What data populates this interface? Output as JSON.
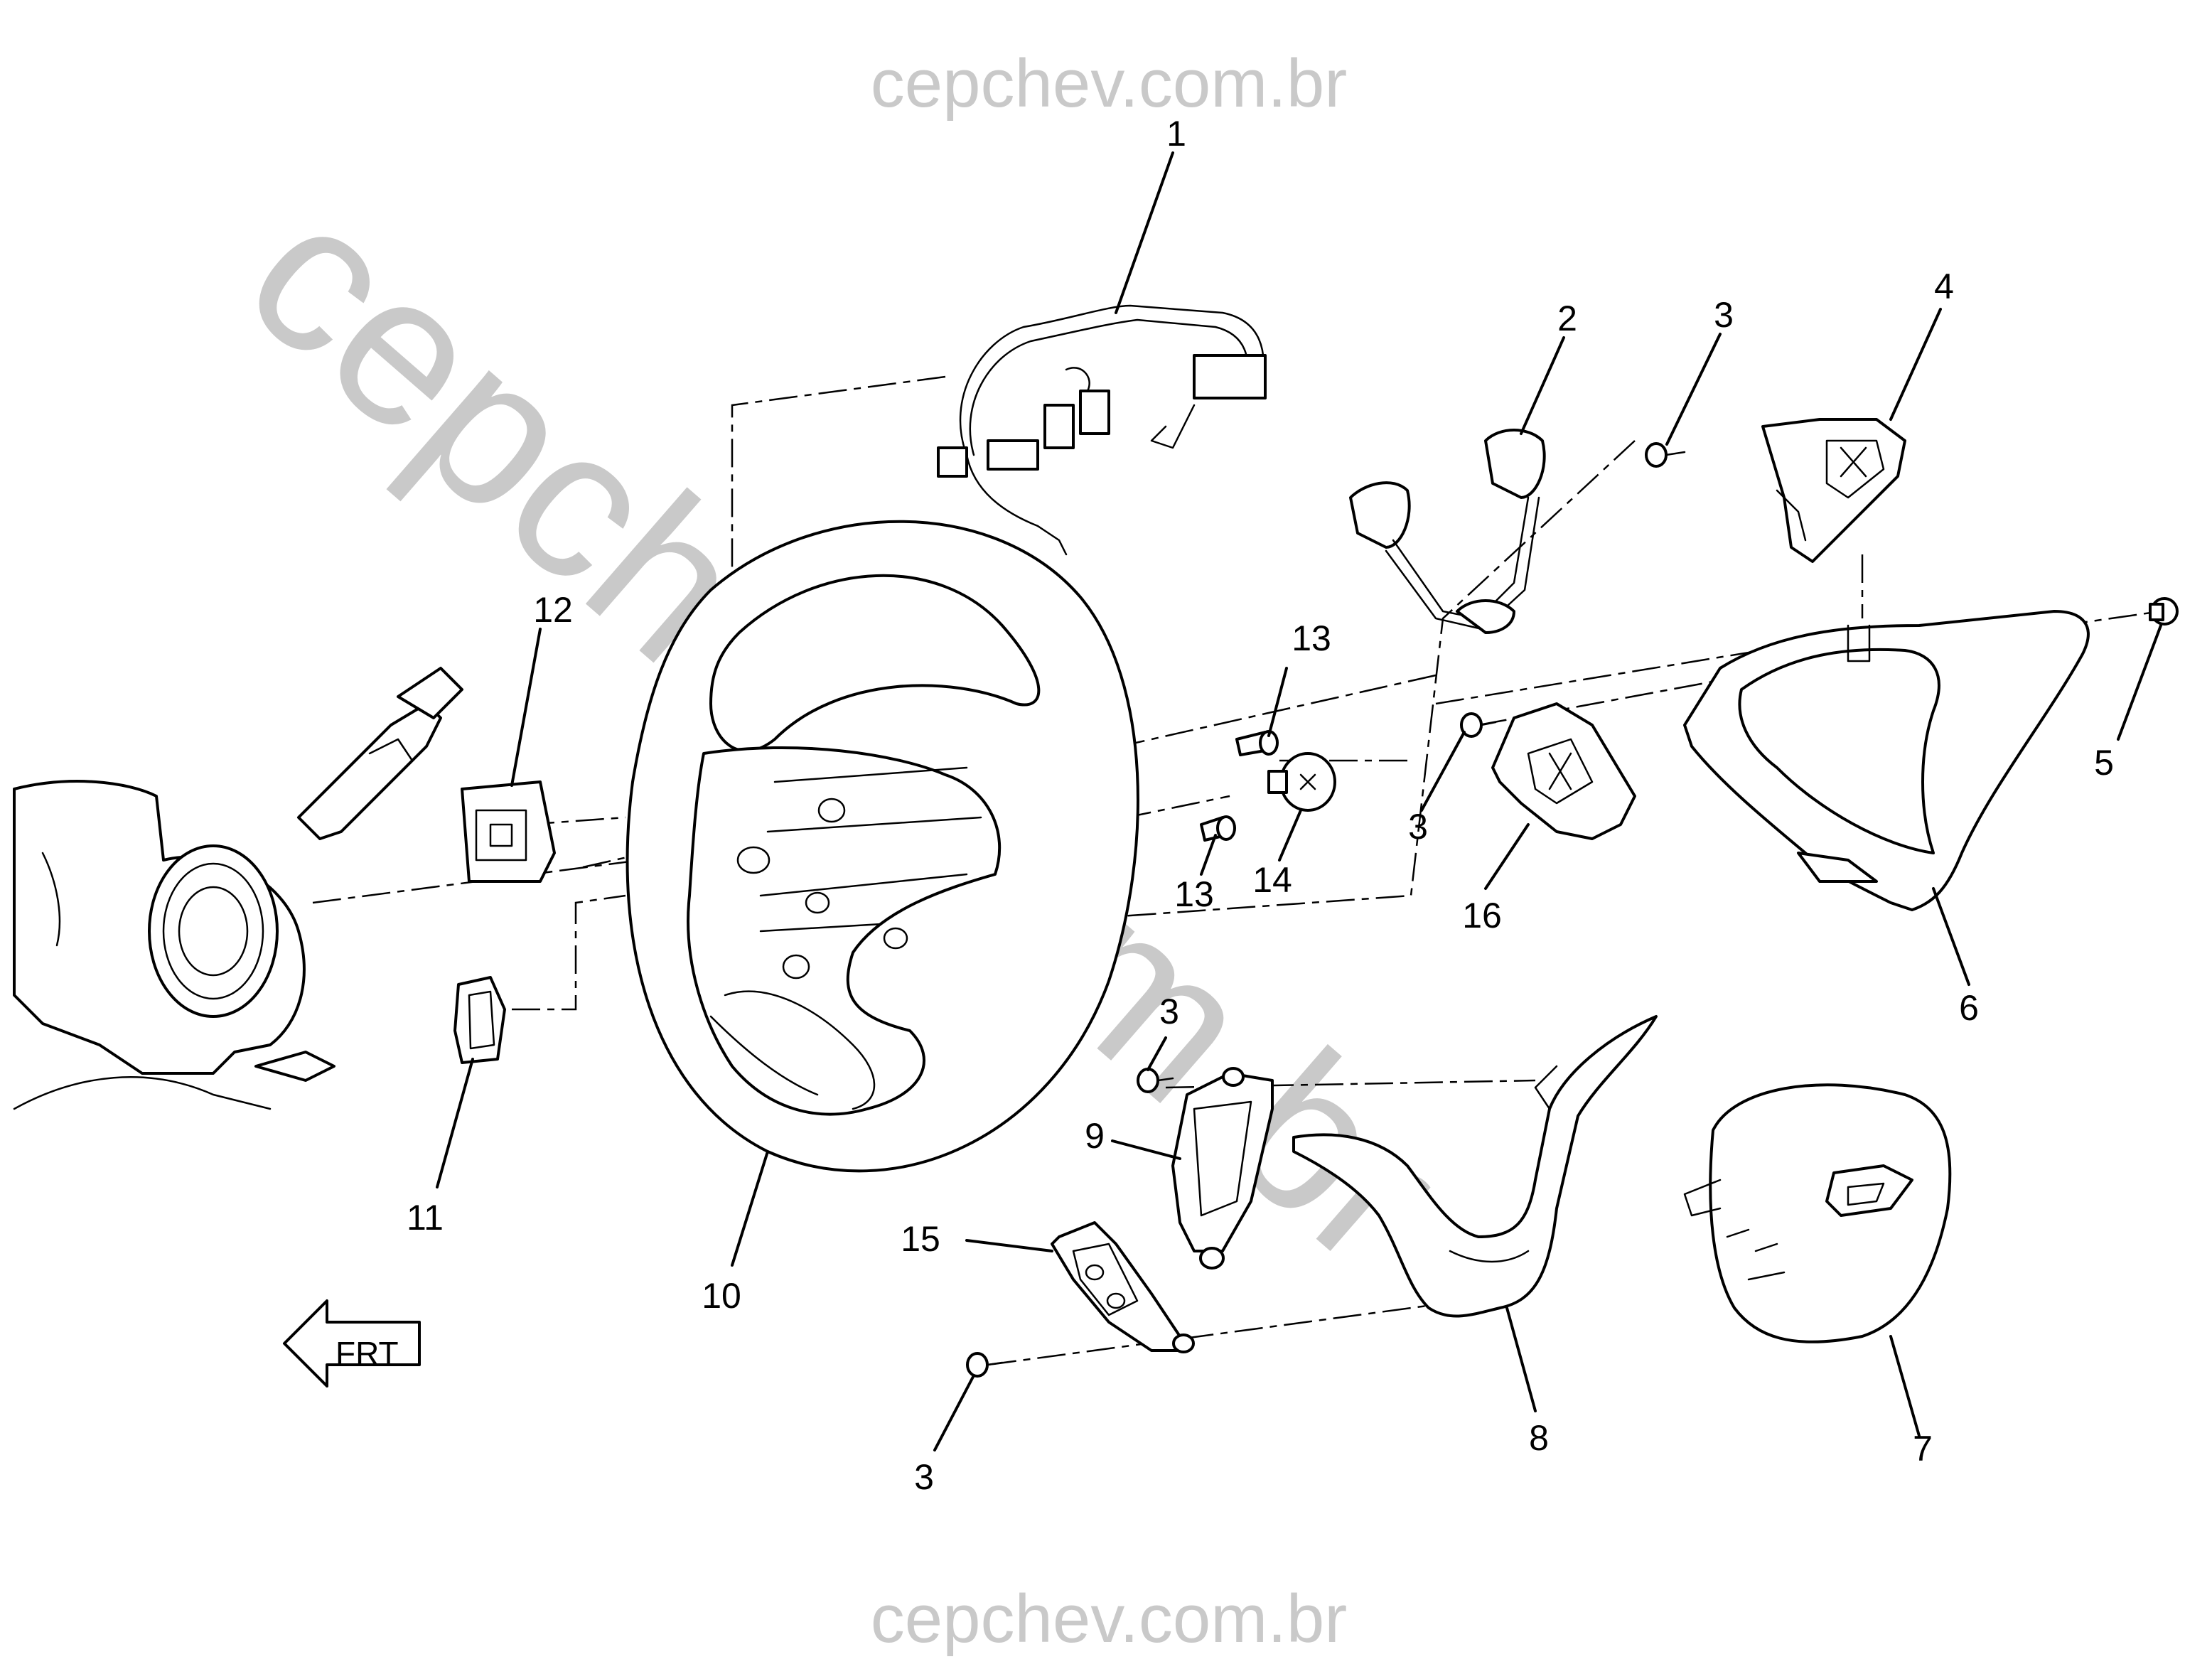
{
  "watermark": {
    "top": "cepchev.com.br",
    "bottom": "cepchev.com.br",
    "diagonal": "cepchev.com.br",
    "color": "#c9c9c9"
  },
  "direction_indicator": {
    "label": "FRT"
  },
  "callouts": [
    {
      "id": "c1",
      "label": "1"
    },
    {
      "id": "c2",
      "label": "2"
    },
    {
      "id": "c3a",
      "label": "3"
    },
    {
      "id": "c4",
      "label": "4"
    },
    {
      "id": "c5",
      "label": "5"
    },
    {
      "id": "c6",
      "label": "6"
    },
    {
      "id": "c3b",
      "label": "3"
    },
    {
      "id": "c16",
      "label": "16"
    },
    {
      "id": "c12",
      "label": "12"
    },
    {
      "id": "c13a",
      "label": "13"
    },
    {
      "id": "c13b",
      "label": "13"
    },
    {
      "id": "c14",
      "label": "14"
    },
    {
      "id": "c11",
      "label": "11"
    },
    {
      "id": "c10",
      "label": "10"
    },
    {
      "id": "c3c",
      "label": "3"
    },
    {
      "id": "c9",
      "label": "9"
    },
    {
      "id": "c15",
      "label": "15"
    },
    {
      "id": "c3d",
      "label": "3"
    },
    {
      "id": "c8",
      "label": "8"
    },
    {
      "id": "c7",
      "label": "7"
    }
  ]
}
